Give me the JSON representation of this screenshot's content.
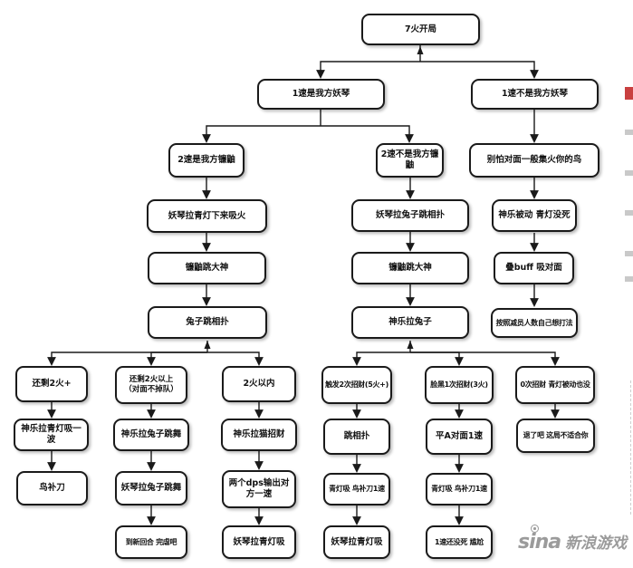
{
  "colors": {
    "line": "#1a1a1a",
    "box_border": "#1a1a1a",
    "box_fill": "#ffffff",
    "watermark_grey": "#9b9b9b",
    "sidebar_red": "#c94040"
  },
  "nodes": {
    "start": "7火开局",
    "speed1_yes": "1速是我方妖琴",
    "speed1_no": "1速不是我方妖琴",
    "speed2_yes": "2速是我方镰鼬",
    "speed2_no": "2速不是我方镰鼬",
    "no_fear": "别怕对面一般集火你的鸟",
    "yq_lamp": "妖琴拉青灯下来吸火",
    "ly_dashen_a": "镰鼬跳大神",
    "rabbit_sumo": "兔子跳相扑",
    "yq_rabbit_sumo": "妖琴拉兔子跳相扑",
    "ly_dashen_b": "镰鼬跳大神",
    "kagura_rabbit": "神乐拉兔子",
    "kagura_passive": "神乐被动 青灯没死",
    "buff_stack": "叠buff 吸对面",
    "improvise": "按照减员人数自己想打法",
    "left2plus": "还剩2火+",
    "left2above_l1": "还剩2火以上",
    "left2above_l2": "（对面不掉队）",
    "within2": "2火以内",
    "zhaocai2": "触发2次招财(5火+)",
    "zhaocai1": "脸黑1次招财(3火)",
    "zhaocai0": "0次招财 青灯被动也没",
    "kagura_lamp_wave": "神乐拉青灯吸一波",
    "kagura_rabbit_dance": "神乐拉兔子跳舞",
    "kagura_cat": "神乐拉猫招财",
    "sumo": "跳相扑",
    "plain_attack": "平A对面1速",
    "quit": "退了吧 这局不适合你",
    "bird_finish": "鸟补刀",
    "yq_rabbit_dance": "妖琴拉兔子跳舞",
    "dps_burst": "两个dps输出对方一速",
    "lamp_bird_a": "青灯吸 鸟补刀1速",
    "lamp_bird_b": "青灯吸 鸟补刀1速",
    "new_round": "到新回合 完虐吧",
    "yq_lamp_absorb_a": "妖琴拉青灯吸",
    "yq_lamp_absorb_b": "妖琴拉青灯吸",
    "still_alive": "1速还没死 尴尬"
  },
  "watermark": {
    "brand": "sina",
    "site": "新浪游戏"
  }
}
